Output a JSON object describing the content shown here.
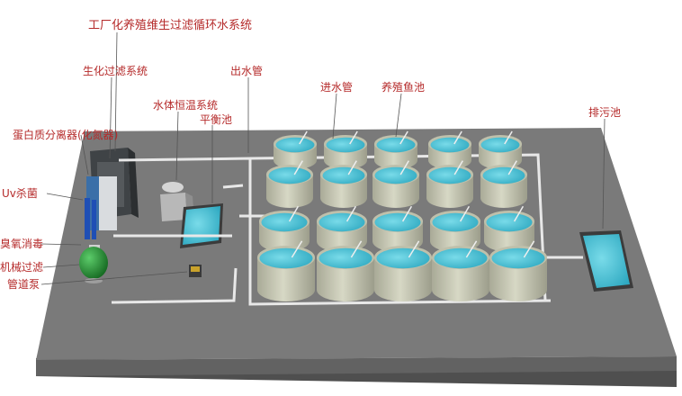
{
  "labels": {
    "title": "工厂化养殖维生过滤循环水系统",
    "biofilter": "生化过滤系统",
    "outlet_pipe": "出水管",
    "inlet_pipe": "进水管",
    "fish_ponds": "养殖鱼池",
    "thermostat": "水体恒温系统",
    "balance_tank": "平衡池",
    "protein_skimmer": "蛋白质分离器(化氮器)",
    "drain_pond": "排污池",
    "uv": "Uv杀菌",
    "ozone": "臭氧消毒",
    "mech_filter": "机械过滤",
    "pump": "管道泵"
  },
  "colors": {
    "label_text": "#b52a2a",
    "floor_top": "#7b7b7b",
    "floor_side": "#5a5a5a",
    "water": "#4fc6da",
    "tank_wall": "#c8c9b4",
    "pipe": "#e6e6e6",
    "filter_ball": "#2e8b3a"
  },
  "tank_grid": {
    "rows": 4,
    "columns": 5
  }
}
